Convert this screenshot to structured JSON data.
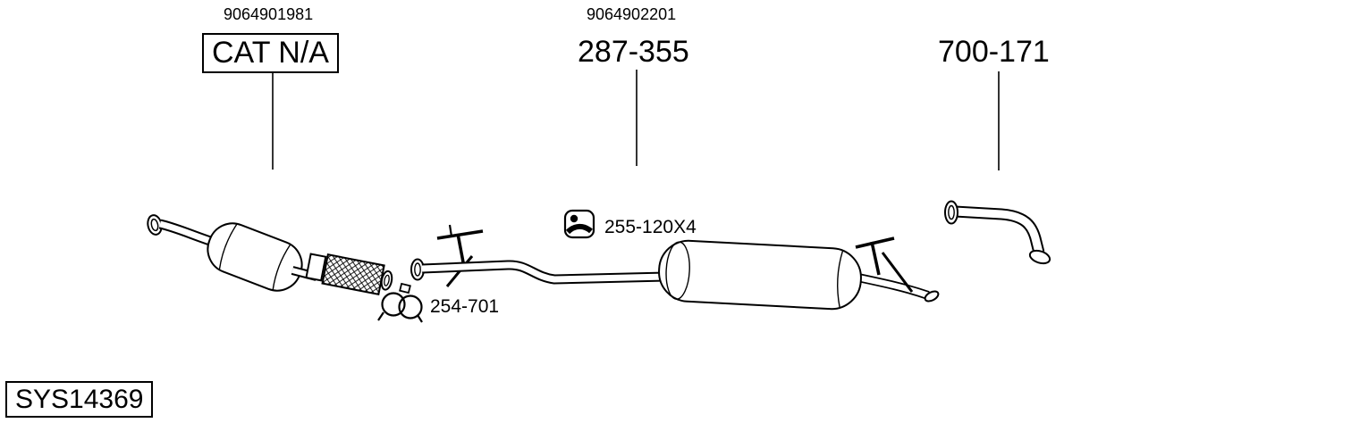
{
  "diagram_id": "SYS14369",
  "labels": {
    "cat": {
      "part_number": "9064901981",
      "label": "CAT N/A"
    },
    "mid_pipe": {
      "part_number": "9064902201",
      "label": "287-355"
    },
    "tail_pipe": {
      "label": "700-171"
    },
    "hanger": {
      "label": "255-120X4"
    },
    "clamp": {
      "label": "254-701"
    }
  },
  "icons": {
    "hanger_icon": "rubber-hanger-icon",
    "clamp_icon": "exhaust-clamp-icon"
  },
  "components": [
    "front-flange",
    "front-pipe",
    "catalytic-converter",
    "flex-pipe",
    "center-pipe",
    "rear-muffler",
    "rear-pipe",
    "tail-pipe"
  ],
  "colors": {
    "line": "#000000",
    "background": "#ffffff"
  }
}
